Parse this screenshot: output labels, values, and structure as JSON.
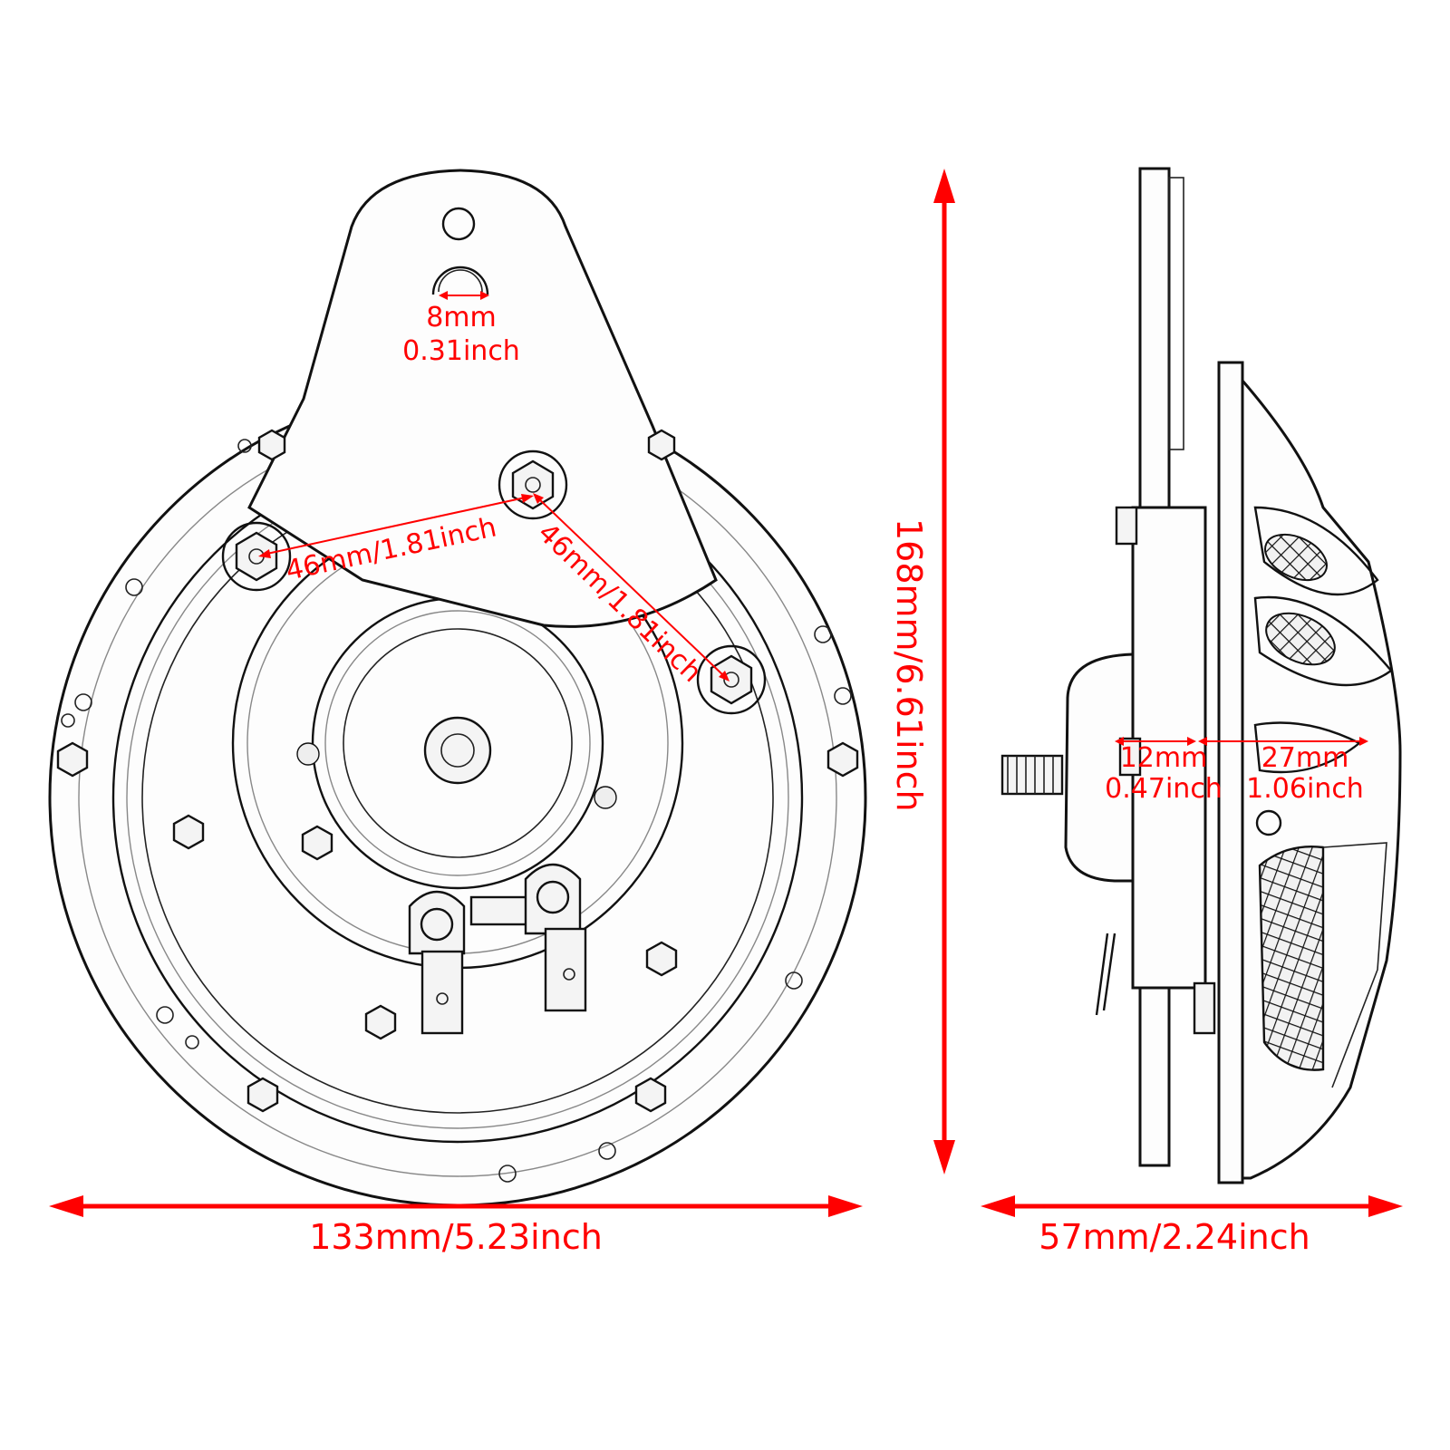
{
  "figure": {
    "subject": "Round motorcycle horn with mounting bracket — front and side views",
    "colors": {
      "dimension": "#ff0000",
      "line_art": "#111111",
      "background": "#ffffff"
    }
  },
  "front_view": {
    "mount_hole": {
      "mm": "8mm",
      "inch": "0.31inch"
    },
    "bolt_spacing_1": {
      "label": "46mm/1.81inch"
    },
    "bolt_spacing_2": {
      "label": "46mm/1.81inch"
    },
    "width": {
      "label": "133mm/5.23inch"
    }
  },
  "height": {
    "label": "168mm/6.61inch"
  },
  "side_view": {
    "base_depth": {
      "mm": "12mm",
      "inch": "0.47inch"
    },
    "grille_depth": {
      "mm": "27mm",
      "inch": "1.06inch"
    },
    "depth": {
      "label": "57mm/2.24inch"
    }
  }
}
